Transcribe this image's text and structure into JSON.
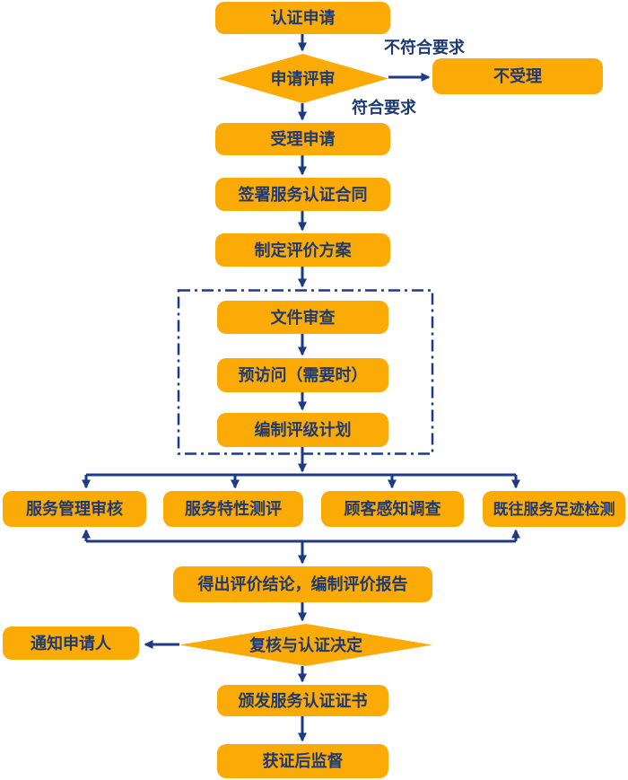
{
  "diagram_type": "flowchart",
  "colors": {
    "node_fill": "#FCAA05",
    "text": "#1F3A70",
    "line": "#1E3A85",
    "background": "#FFFFFF"
  },
  "nodes": {
    "apply": "认证申请",
    "review": "申请评审",
    "reject": "不受理",
    "accept": "受理申请",
    "sign_contract": "签署服务认证合同",
    "make_plan": "制定评价方案",
    "doc_review": "文件审查",
    "pre_visit": "预访问（需要时）",
    "rating_plan": "编制评级计划",
    "mgmt_audit": "服务管理审核",
    "feature_test": "服务特性测评",
    "customer_survey": "顾客感知调查",
    "footprint_check": "既往服务足迹检测",
    "conclusion": "得出评价结论，编制评价报告",
    "decision": "复核与认证决定",
    "notify": "通知申请人",
    "issue_cert": "颁发服务认证证书",
    "post_supervision": "获证后监督"
  },
  "edge_labels": {
    "not_meet": "不符合要求",
    "meet": "符合要求"
  },
  "edges": [
    {
      "from": "apply",
      "to": "review"
    },
    {
      "from": "review",
      "to": "reject",
      "label": "不符合要求"
    },
    {
      "from": "review",
      "to": "accept",
      "label": "符合要求"
    },
    {
      "from": "accept",
      "to": "sign_contract"
    },
    {
      "from": "sign_contract",
      "to": "make_plan"
    },
    {
      "from": "make_plan",
      "to": "doc_review"
    },
    {
      "from": "doc_review",
      "to": "pre_visit"
    },
    {
      "from": "pre_visit",
      "to": "rating_plan"
    },
    {
      "from": "rating_plan",
      "to": "mgmt_audit"
    },
    {
      "from": "rating_plan",
      "to": "feature_test"
    },
    {
      "from": "rating_plan",
      "to": "customer_survey"
    },
    {
      "from": "rating_plan",
      "to": "footprint_check"
    },
    {
      "from": "mgmt_audit",
      "to": "conclusion"
    },
    {
      "from": "feature_test",
      "to": "conclusion"
    },
    {
      "from": "customer_survey",
      "to": "conclusion"
    },
    {
      "from": "footprint_check",
      "to": "conclusion"
    },
    {
      "from": "conclusion",
      "to": "decision"
    },
    {
      "from": "decision",
      "to": "notify"
    },
    {
      "from": "decision",
      "to": "issue_cert"
    },
    {
      "from": "issue_cert",
      "to": "post_supervision"
    }
  ]
}
